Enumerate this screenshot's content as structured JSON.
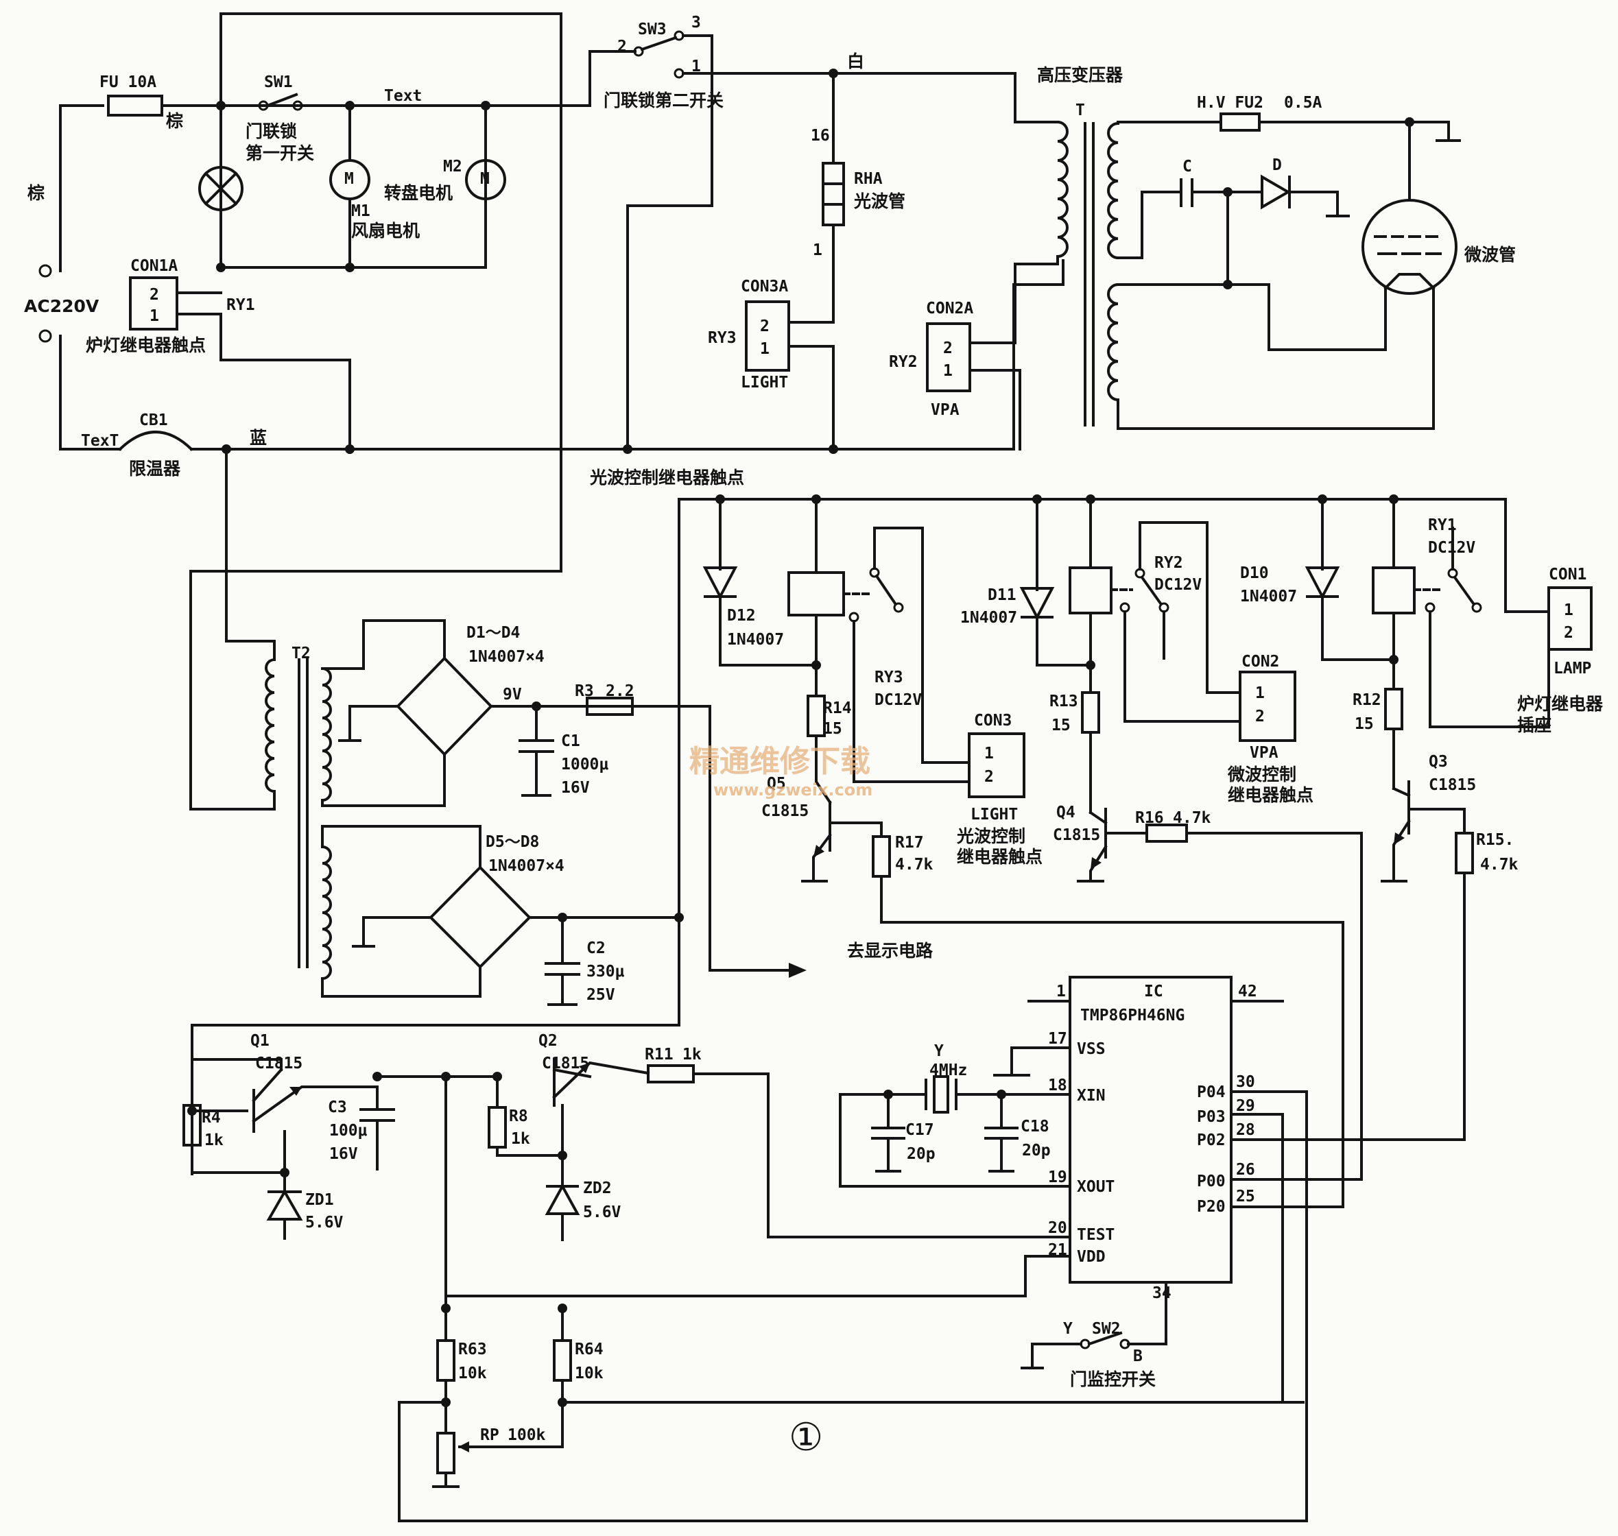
{
  "figure": {
    "index_mark": "①"
  },
  "watermark": {
    "text": "精通维修下载",
    "url": "www.gzweix.com"
  },
  "mains": {
    "ac_input": "AC220V",
    "brown_left": "棕",
    "brown_fuse": "棕",
    "blue": "蓝",
    "fuse": "FU 10A",
    "text_top": "Text",
    "text_bottom": "TexT",
    "cb1": "CB1",
    "cb1_name": "限温器",
    "sw1": "SW1",
    "sw1_name_1": "门联锁",
    "sw1_name_2": "第一开关",
    "m1": "M1",
    "m1_name": "风扇电机",
    "m2": "M2",
    "m2_name": "转盘电机",
    "motor_letter": "M",
    "con1a": "CON1A",
    "ry1": "RY1",
    "lamp_relay_contact": "炉灯继电器触点",
    "sw3": "SW3",
    "sw3_pin2": "2",
    "sw3_pin3": "3",
    "sw3_pin1": "1",
    "sw3_name": "门联锁第二开关",
    "white": "白",
    "rha_pin16": "16",
    "rha_pin1": "1",
    "rha": "RHA",
    "rha_name": "光波管",
    "con3a": "CON3A",
    "ry3": "RY3",
    "light": "LIGHT",
    "con2a": "CON2A",
    "ry2": "RY2",
    "vpa": "VPA",
    "light_relay_contact": "光波控制继电器触点",
    "pin_2": "2",
    "pin_1": "1"
  },
  "hv": {
    "transformer_name": "高压变压器",
    "t": "T",
    "fuse": "H.V FU2",
    "fuse_value": "0.5A",
    "c": "C",
    "d": "D",
    "magnetron": "微波管"
  },
  "power": {
    "t2": "T2",
    "bridge1": "D1～D4",
    "bridge1_type": "1N4007×4",
    "v9": "9V",
    "r3": "R3",
    "r3_value": "2.2",
    "c1": "C1",
    "c1_value": "1000μ",
    "c1_voltage": "16V",
    "bridge2": "D5～D8",
    "bridge2_type": "1N4007×4",
    "c2": "C2",
    "c2_value": "330μ",
    "c2_voltage": "25V",
    "to_display": "去显示电路"
  },
  "relays": {
    "d12": "D12",
    "d12_type": "1N4007",
    "ry3": "RY3",
    "ry3_v": "DC12V",
    "r14": "R14",
    "r14_value": "15",
    "q5": "Q5",
    "q5_type": "C1815",
    "r17": "R17",
    "r17_value": "4.7k",
    "con3": "CON3",
    "con3_light": "LIGHT",
    "con3_name_1": "光波控制",
    "con3_name_2": "继电器触点",
    "d11": "D11",
    "d11_type": "1N4007",
    "ry2": "RY2",
    "ry2_v": "DC12V",
    "r13": "R13",
    "r13_value": "15",
    "q4": "Q4",
    "q4_type": "C1815",
    "r16": "R16",
    "r16_value": "4.7k",
    "con2": "CON2",
    "con2_vpa": "VPA",
    "con2_name_1": "微波控制",
    "con2_name_2": "继电器触点",
    "d10": "D10",
    "d10_type": "1N4007",
    "ry1": "RY1",
    "ry1_v": "DC12V",
    "r12": "R12",
    "r12_value": "15",
    "q3": "Q3",
    "q3_type": "C1815",
    "r15": "R15.",
    "r15_value": "4.7k",
    "con1": "CON1",
    "con1_lamp": "LAMP",
    "con1_name_1": "炉灯继电器",
    "con1_name_2": "插座",
    "pin_1": "1",
    "pin_2": "2"
  },
  "regulator": {
    "q1": "Q1",
    "q1_type": "C1815",
    "r4": "R4",
    "r4_value": "1k",
    "zd1": "ZD1",
    "zd1_value": "5.6V",
    "c3": "C3",
    "c3_value": "100μ",
    "c3_voltage": "16V",
    "q2": "Q2",
    "q2_type": "C1815",
    "r8": "R8",
    "r8_value": "1k",
    "zd2": "ZD2",
    "zd2_value": "5.6V",
    "r11": "R11",
    "r11_value": "1k",
    "r63": "R63",
    "r63_value": "10k",
    "r64": "R64",
    "r64_value": "10k",
    "rp": "RP",
    "rp_value": "100k"
  },
  "mcu": {
    "ic": "IC",
    "part": "TMP86PH46NG",
    "pin1": "1",
    "pin42": "42",
    "pin17": "17",
    "pin18": "18",
    "pin19": "19",
    "pin20": "20",
    "pin21": "21",
    "pin34": "34",
    "pin30": "30",
    "pin29": "29",
    "pin28": "28",
    "pin26": "26",
    "pin25": "25",
    "vss": "VSS",
    "xin": "XIN",
    "xout": "XOUT",
    "test": "TEST",
    "vdd": "VDD",
    "p04": "P04",
    "p03": "P03",
    "p02": "P02",
    "p00": "P00",
    "p20": "P20",
    "y": "Y",
    "crystal": "4MHz",
    "c17": "C17",
    "c17_value": "20p",
    "c18": "C18",
    "c18_value": "20p",
    "sw2": "SW2",
    "sw2_y": "Y",
    "sw2_b": "B",
    "sw2_name": "门监控开关"
  }
}
